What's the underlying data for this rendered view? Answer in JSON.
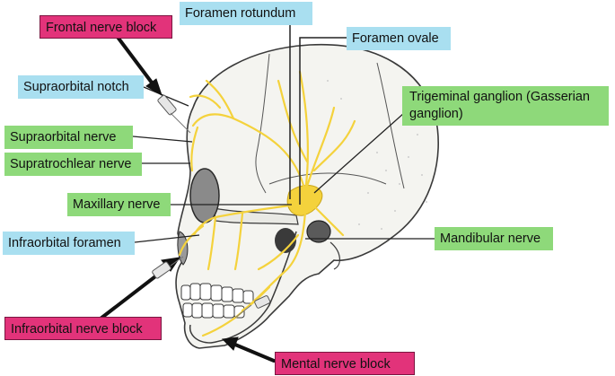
{
  "labels": {
    "frontal_nerve_block": "Frontal nerve block",
    "foramen_rotundum": "Foramen rotundum",
    "foramen_ovale": "Foramen ovale",
    "supraorbital_notch": "Supraorbital notch",
    "trigeminal_ganglion": "Trigeminal ganglion (Gasserian ganglion)",
    "supraorbital_nerve": "Supraorbital nerve",
    "supratrochlear_nerve": "Supratrochlear nerve",
    "maxillary_nerve": "Maxillary nerve",
    "infraorbital_foramen": "Infraorbital foramen",
    "mandibular_nerve": "Mandibular nerve",
    "infraorbital_nerve_block": "Infraorbital nerve block",
    "mental_nerve_block": "Mental nerve block"
  },
  "colors": {
    "block_label": "#e2337a",
    "foramen_label": "#a9dff0",
    "nerve_label": "#8ed97a",
    "nerve": "#f4d23c",
    "bone_outline": "#3a3a3a"
  }
}
